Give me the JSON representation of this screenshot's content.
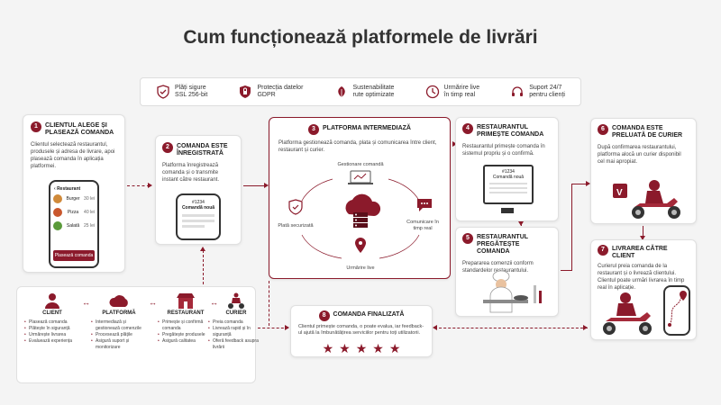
{
  "title": "Cum funcționează platformele de livrări",
  "colors": {
    "accent": "#8b1a2b",
    "background": "#f4f4f4"
  },
  "features": [
    {
      "icon": "shield-check-icon",
      "line1": "Plăți sigure",
      "line2": "SSL 256-bit"
    },
    {
      "icon": "gdpr-shield-icon",
      "line1": "Protecția datelor",
      "line2": "GDPR"
    },
    {
      "icon": "leaf-icon",
      "line1": "Sustenabilitate",
      "line2": "rute optimizate"
    },
    {
      "icon": "clock-icon",
      "line1": "Urmărire live",
      "line2": "în timp real"
    },
    {
      "icon": "headset-icon",
      "line1": "Suport 24/7",
      "line2": "pentru clienți"
    }
  ],
  "steps": {
    "s1": {
      "num": "1",
      "title": "CLIENTUL ALEGE ȘI PLASEAZĂ COMANDA",
      "desc": "Clientul selectează restaurantul, produsele și adresa de livrare, apoi plasează comanda în aplicația platformei."
    },
    "s2": {
      "num": "2",
      "title": "COMANDA ESTE ÎNREGISTRATĂ",
      "desc": "Platforma înregistrează comanda și o transmite instant către restaurant."
    },
    "s3": {
      "num": "3",
      "title": "PLATFORMA INTERMEDIAZĂ",
      "desc": "Platforma gestionează comanda, plata și comunicarea între client, restaurant și curier."
    },
    "s4": {
      "num": "4",
      "title": "RESTAURANTUL PRIMEȘTE COMANDA",
      "desc": "Restaurantul primește comanda în sistemul propriu și o confirmă."
    },
    "s5": {
      "num": "5",
      "title": "RESTAURANTUL PREGĂTEȘTE COMANDA",
      "desc": "Prepararea comenzii conform standardelor restaurantului."
    },
    "s6": {
      "num": "6",
      "title": "COMANDA ESTE PRELUATĂ DE CURIER",
      "desc": "După confirmarea restaurantului, platforma alocă un curier disponibil cel mai apropiat."
    },
    "s7": {
      "num": "7",
      "title": "LIVRAREA CĂTRE CLIENT",
      "desc": "Curierul preia comanda de la restaurant și o livrează clientului. Clientul poate urmări livrarea în timp real în aplicație."
    },
    "s8": {
      "num": "8",
      "title": "COMANDA FINALIZATĂ",
      "desc": "Clientul primește comanda, o poate evalua, iar feedback-ul ajută la îmbunătățirea serviciilor pentru toți utilizatorii."
    }
  },
  "phone1": {
    "header": "Restaurant",
    "items": [
      {
        "name": "Burger",
        "price": "30 lei"
      },
      {
        "name": "Pizza",
        "price": "40 lei"
      },
      {
        "name": "Salată",
        "price": "25 lei"
      }
    ],
    "button": "Plasează comanda"
  },
  "phone2": {
    "order_id": "#1234",
    "order_label": "Comandă nouă"
  },
  "tablet": {
    "order_id": "#1234",
    "order_label": "Comandă nouă"
  },
  "hub": {
    "manage": "Gestionare comandă",
    "payment": "Plată securizată",
    "comm_line1": "Comunicare în",
    "comm_line2": "timp real",
    "tracking": "Urmărire live"
  },
  "roles": [
    {
      "icon": "client-icon",
      "name": "CLIENT",
      "items": [
        "Plasează comanda",
        "Plătește în siguranță",
        "Urmărește livrarea",
        "Evaluează experiența"
      ]
    },
    {
      "icon": "cloud-platform-icon",
      "name": "PLATFORMĂ",
      "items": [
        "Intermediază și gestionează comenzile",
        "Procesează plățile",
        "Asigură suport și monitorizare"
      ]
    },
    {
      "icon": "restaurant-icon",
      "name": "RESTAURANT",
      "items": [
        "Primește și confirmă comanda",
        "Pregătește produsele",
        "Asigură calitatea"
      ]
    },
    {
      "icon": "courier-icon",
      "name": "CURIER",
      "items": [
        "Preia comanda",
        "Livrează rapid și în siguranță",
        "Oferă feedback asupra livrării"
      ]
    }
  ],
  "rating": {
    "stars": 5
  }
}
